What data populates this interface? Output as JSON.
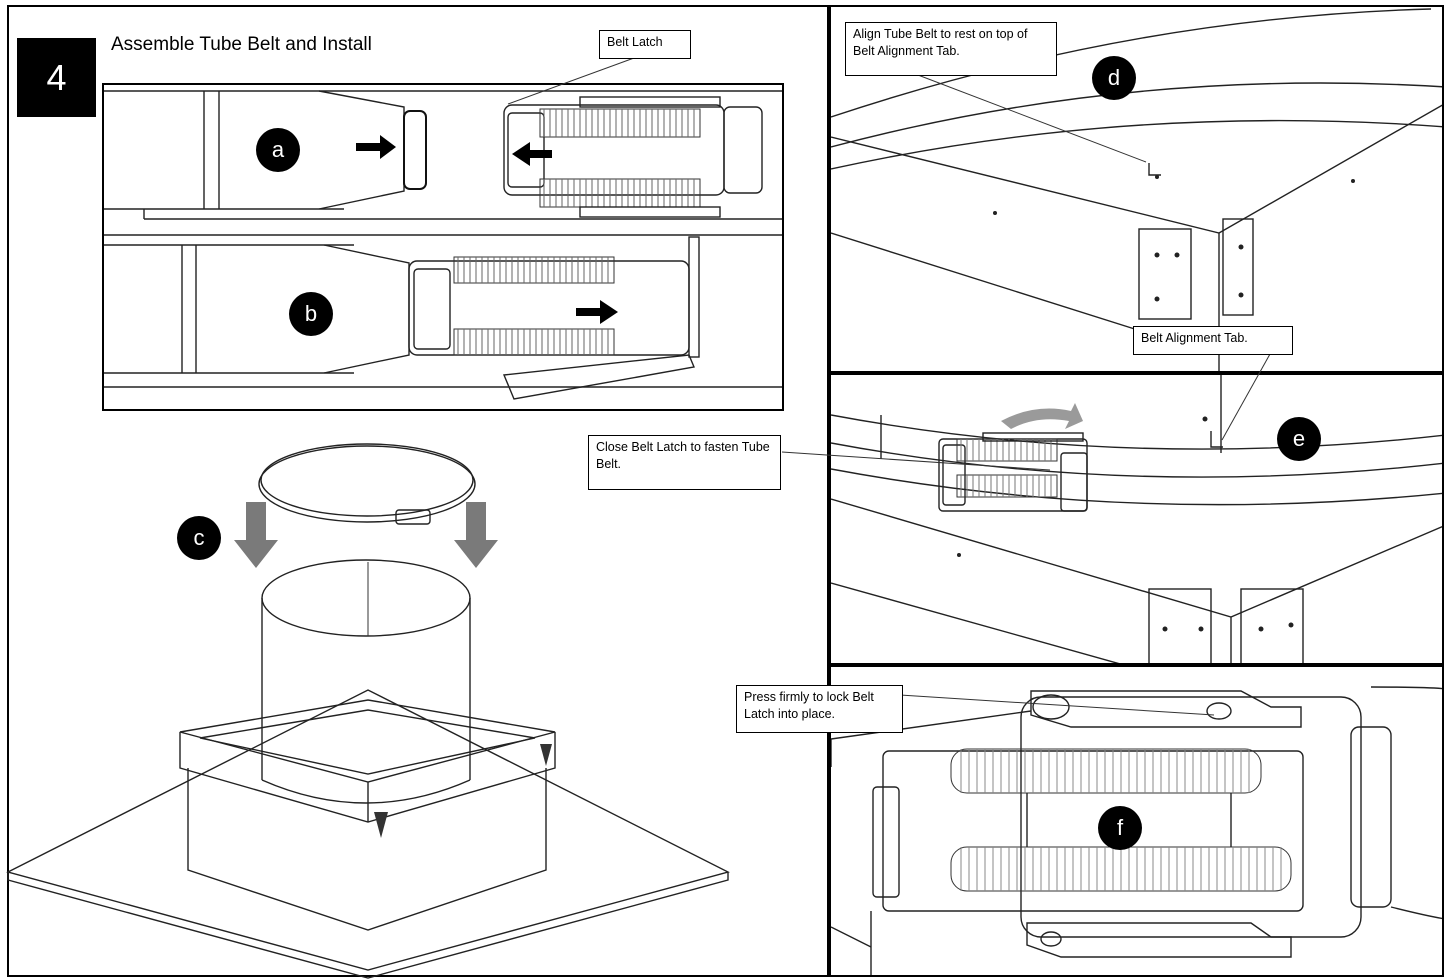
{
  "step": {
    "number": "4",
    "title": "Assemble Tube Belt and Install"
  },
  "callouts": {
    "belt_latch": "Belt Latch",
    "align": "Align Tube Belt to rest on top of Belt Alignment Tab.",
    "tab": "Belt Alignment Tab.",
    "close": "Close Belt Latch to fasten Tube Belt.",
    "press": "Press firmly to lock Belt Latch into place."
  },
  "badges": {
    "a": "a",
    "b": "b",
    "c": "c",
    "d": "d",
    "e": "e",
    "f": "f"
  },
  "icons": {
    "push_arrow": "arrow-right-icon",
    "pull_arrow": "arrow-left-icon",
    "drop_arrow": "arrow-down-icon",
    "rotate_arrow": "curved-arrow-icon"
  },
  "colors": {
    "badge": "#000000",
    "drop_arrow": "#7a7a7a",
    "rotate_arrow": "#9a9a9a"
  }
}
